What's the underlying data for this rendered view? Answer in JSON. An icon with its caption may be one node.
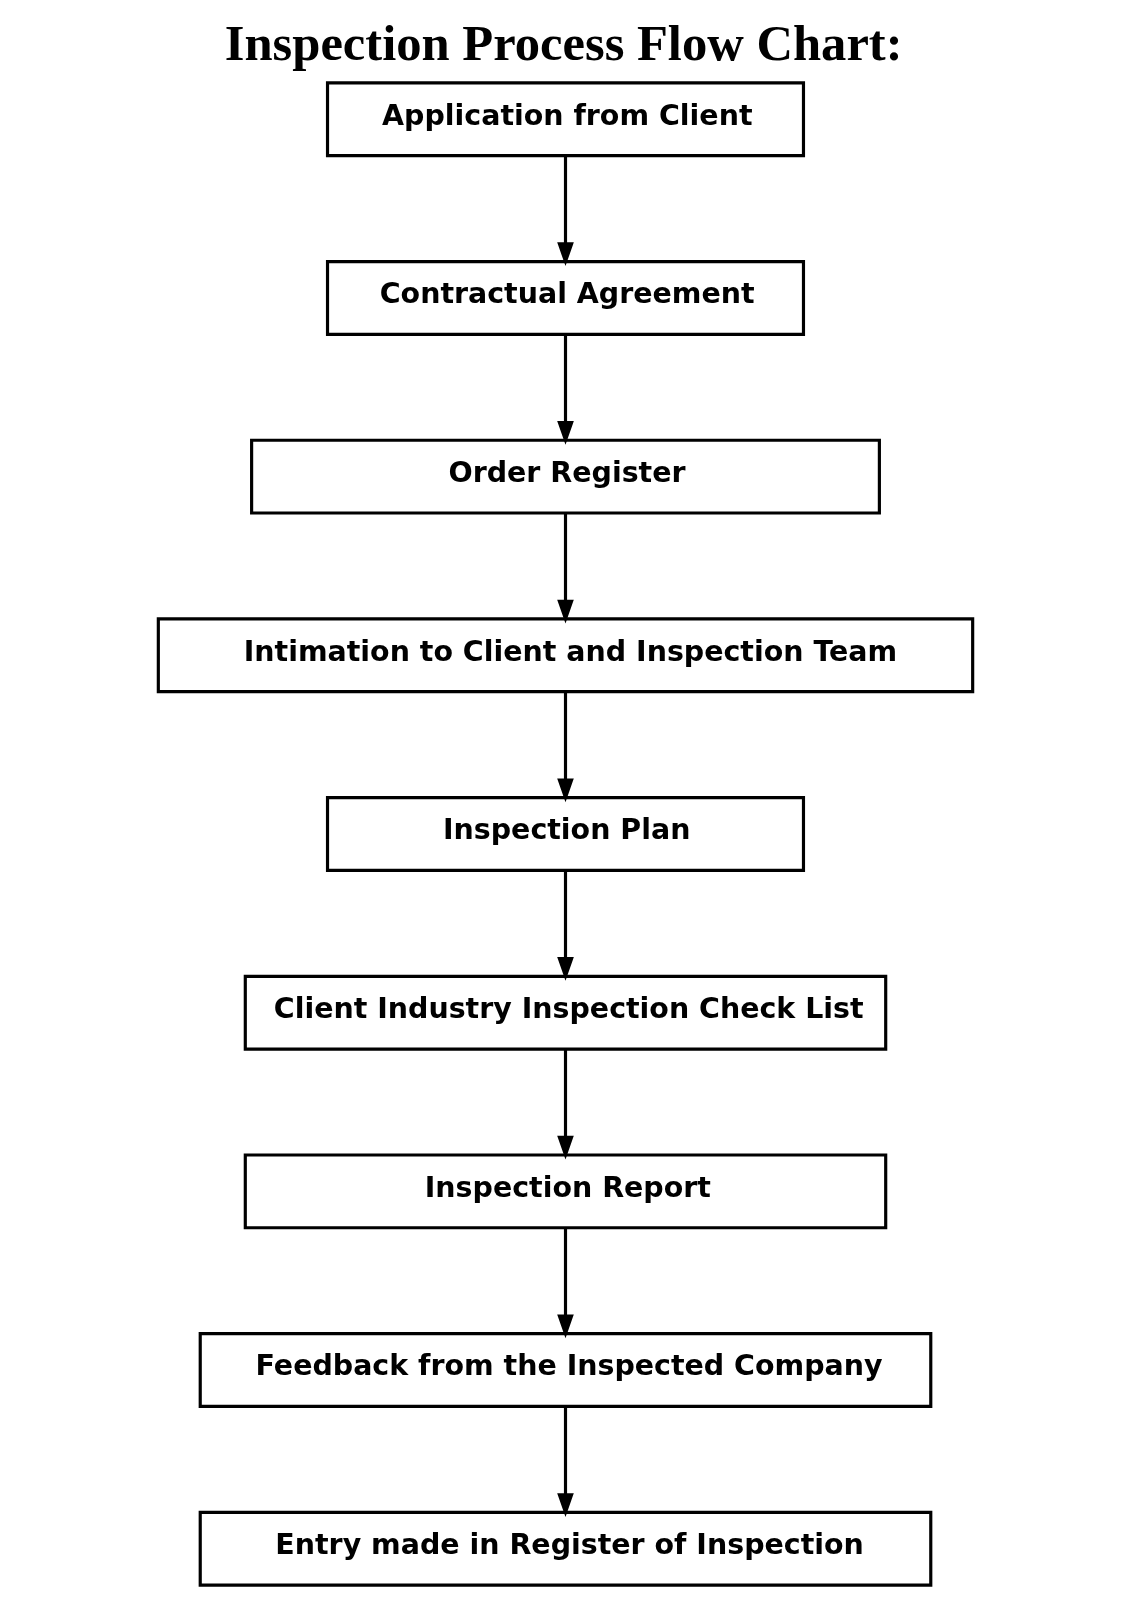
{
  "diagram": {
    "title": "Inspection Process Flow Chart:",
    "nodes": [
      {
        "text": [
          "Application from Client"
        ]
      },
      {
        "text": [
          "Contractual Agreement"
        ]
      },
      {
        "text": [
          "Order Register"
        ]
      },
      {
        "text": [
          "Intimation to Client and Inspection Team"
        ]
      },
      {
        "text": [
          "Inspection Plan"
        ]
      },
      {
        "text": [
          "Client Industry Inspection Check List"
        ]
      },
      {
        "text": [
          "Inspection Report"
        ]
      },
      {
        "text": [
          "Feedback from the Inspected Company"
        ]
      },
      {
        "text": [
          "Entry made in Register of Inspection"
        ]
      }
    ],
    "edges": [
      {
        "from": 0,
        "to": 1,
        "arrow": "to"
      },
      {
        "from": 1,
        "to": 2,
        "arrow": "to"
      },
      {
        "from": 2,
        "to": 3,
        "arrow": "to"
      },
      {
        "from": 3,
        "to": 4,
        "arrow": "to"
      },
      {
        "from": 4,
        "to": 5,
        "arrow": "to"
      },
      {
        "from": 5,
        "to": 6,
        "arrow": "to"
      },
      {
        "from": 6,
        "to": 7,
        "arrow": "to"
      },
      {
        "from": 7,
        "to": 8,
        "arrow": "to"
      }
    ]
  }
}
